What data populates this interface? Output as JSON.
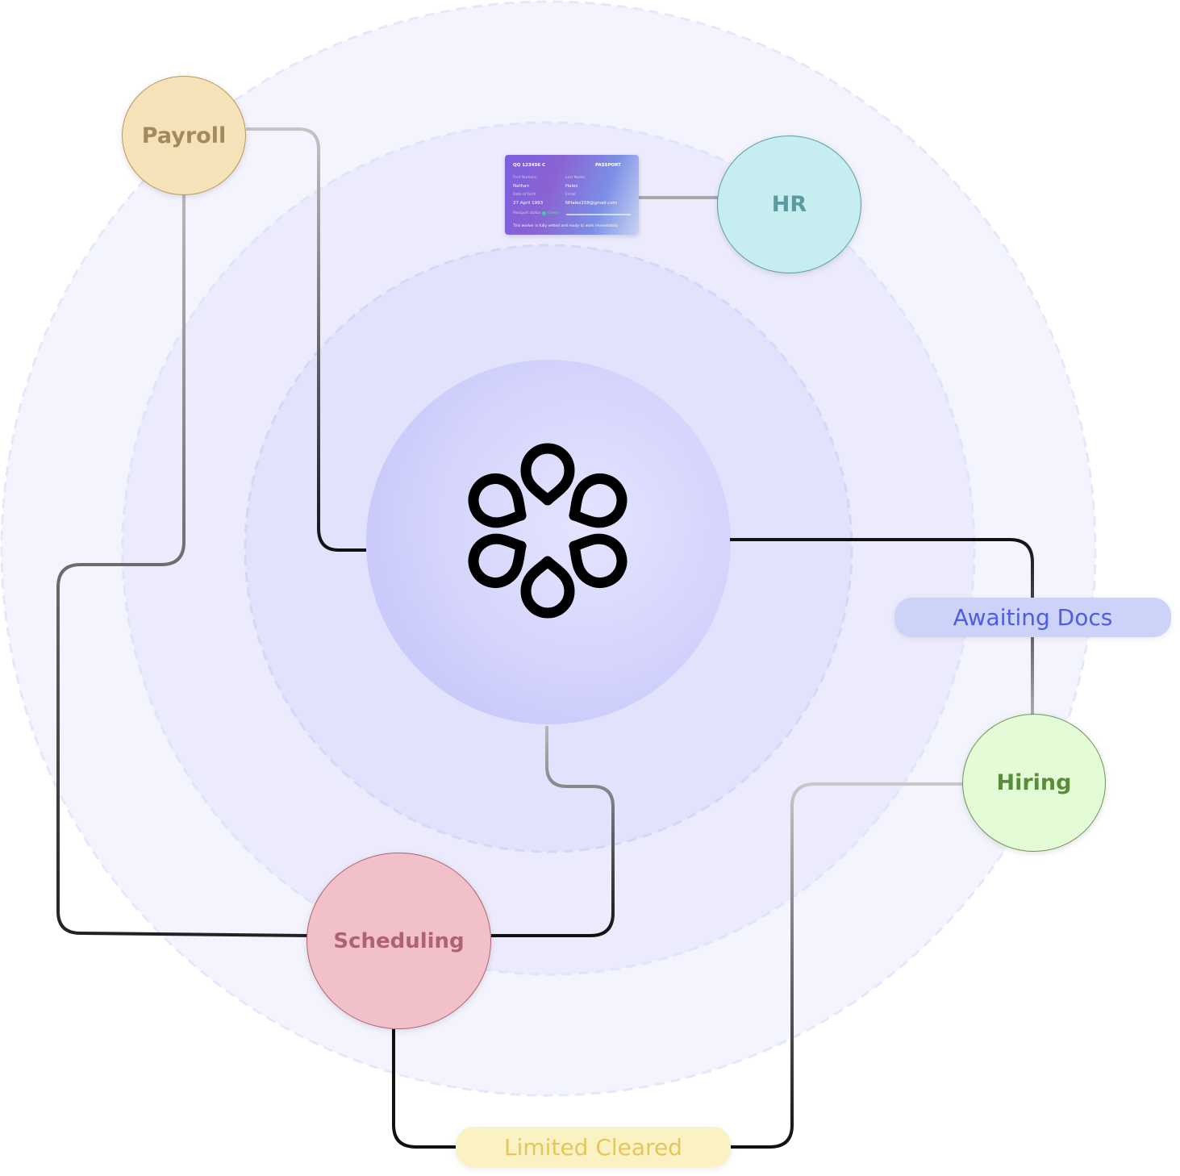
{
  "nodes": {
    "payroll": {
      "label": "Payroll",
      "fill": "#f6e2b8",
      "border": "#b79a5b",
      "text_color": "#a38a5a"
    },
    "hr": {
      "label": "HR",
      "fill": "#c6eef0",
      "border": "#5d9ea4",
      "text_color": "#5b9aa1"
    },
    "hiring": {
      "label": "Hiring",
      "fill": "#e3fbd6",
      "border": "#6d9a4f",
      "text_color": "#5a8d3a"
    },
    "scheduling": {
      "label": "Scheduling",
      "fill": "#f2c0c8",
      "border": "#b06472",
      "text_color": "#b06274"
    }
  },
  "status_pills": {
    "awaiting_docs": {
      "label": "Awaiting Docs",
      "fill": "#ccd2f8",
      "text_color": "#4f5de0"
    },
    "limited_cleared": {
      "label": "Limited Cleared",
      "fill": "#fbf2c3",
      "text_color": "#e6c65a"
    }
  },
  "center": {
    "icon": "flower-logo-icon",
    "fill": "#d3d3fd"
  },
  "passport_card": {
    "number": "QQ 123456 C",
    "type": "PASSPORT",
    "first_name_label": "First Name(s)",
    "first_name": "Nathan",
    "last_name_label": "Last Name",
    "last_name": "Hales",
    "dob_label": "Date of birth",
    "dob": "27 April 1993",
    "email_label": "Email",
    "email": "NHales158@gmail.com",
    "status_label": "Passport status",
    "status_value": "Green",
    "note": "This worker is fully vetted and ready to work immediately."
  }
}
